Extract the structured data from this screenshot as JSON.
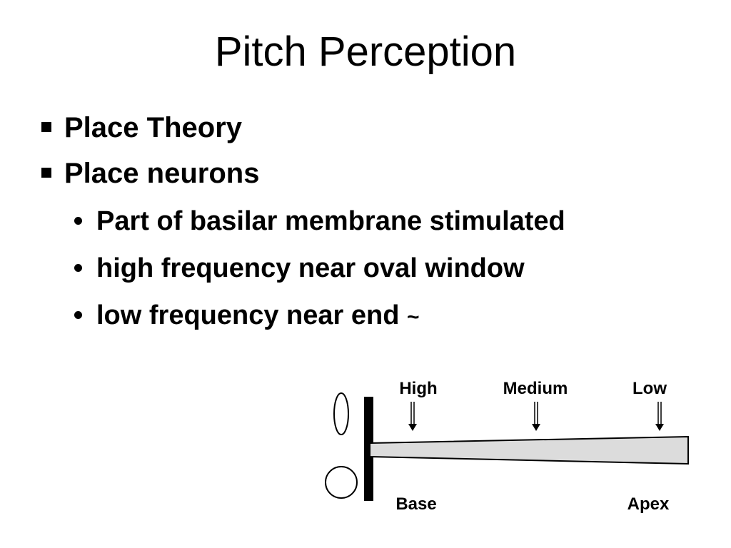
{
  "slide": {
    "title": "Pitch Perception"
  },
  "bullets": [
    {
      "level": 1,
      "text": "Place Theory"
    },
    {
      "level": 1,
      "text": "Place neurons"
    },
    {
      "level": 2,
      "text": "Part of basilar membrane stimulated"
    },
    {
      "level": 2,
      "text": "high frequency near oval window"
    },
    {
      "level": 2,
      "text": "low frequency near end"
    }
  ],
  "bullet_suffix": "~",
  "diagram": {
    "top_labels": [
      "High",
      "Medium",
      "Low"
    ],
    "bottom_labels": [
      "Base",
      "Apex"
    ],
    "colors": {
      "membrane_fill": "#dcdcdc",
      "stroke": "#000000"
    }
  }
}
